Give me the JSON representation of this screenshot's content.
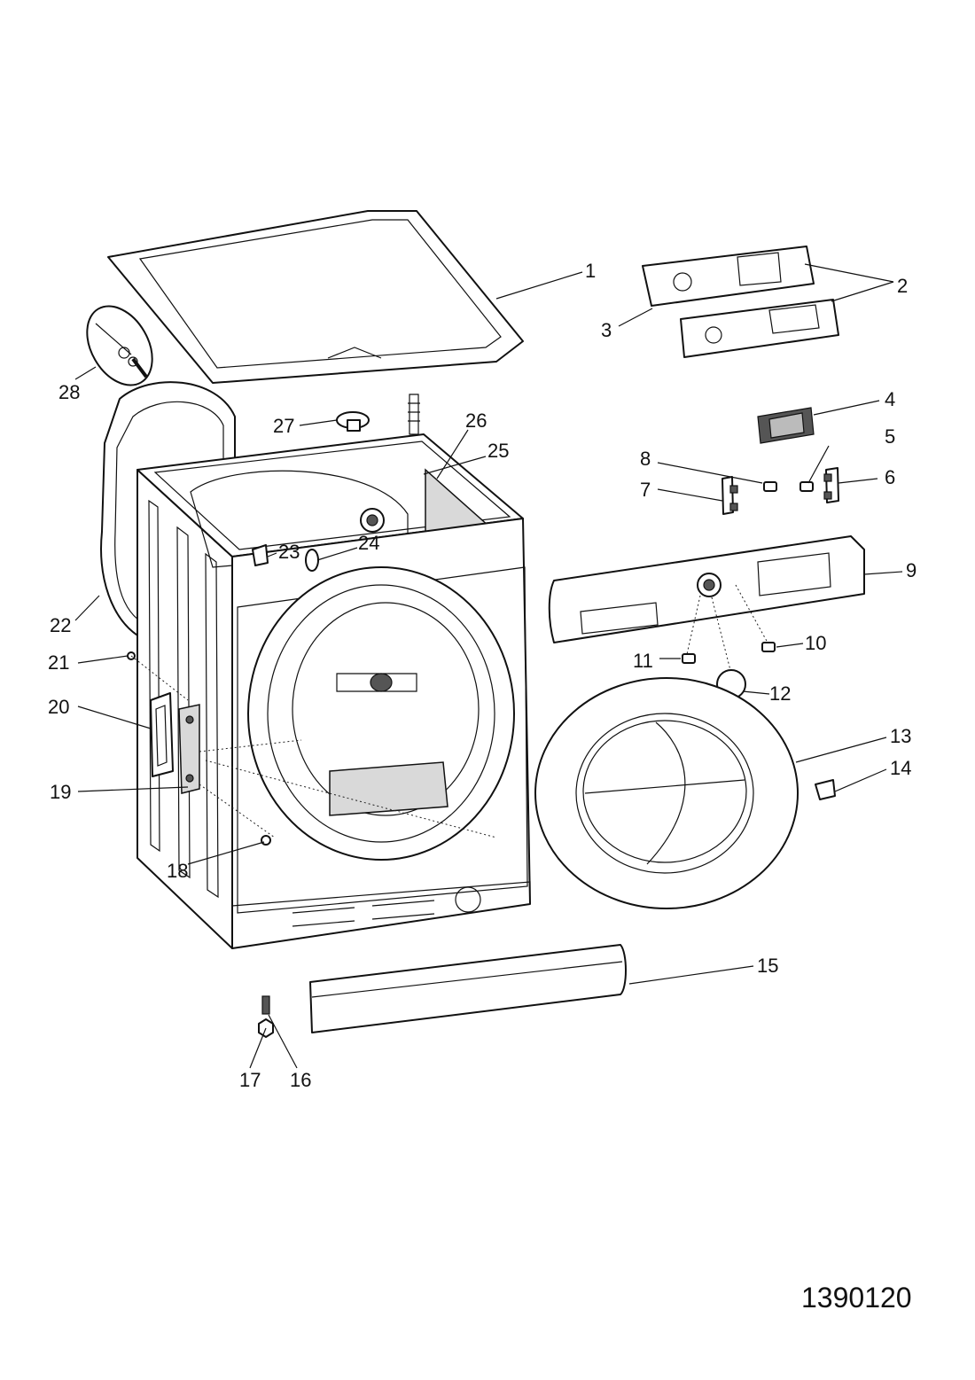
{
  "callouts": {
    "c1": "1",
    "c2": "2",
    "c3": "3",
    "c4": "4",
    "c5": "5",
    "c6": "6",
    "c7": "7",
    "c8": "8",
    "c9": "9",
    "c10": "10",
    "c11": "11",
    "c12": "12",
    "c13": "13",
    "c14": "14",
    "c15": "15",
    "c16": "16",
    "c17": "17",
    "c18": "18",
    "c19": "19",
    "c20": "20",
    "c21": "21",
    "c22": "22",
    "c23": "23",
    "c24": "24",
    "c25": "25",
    "c26": "26",
    "c27": "27",
    "c28": "28"
  },
  "document_number": "1390120"
}
